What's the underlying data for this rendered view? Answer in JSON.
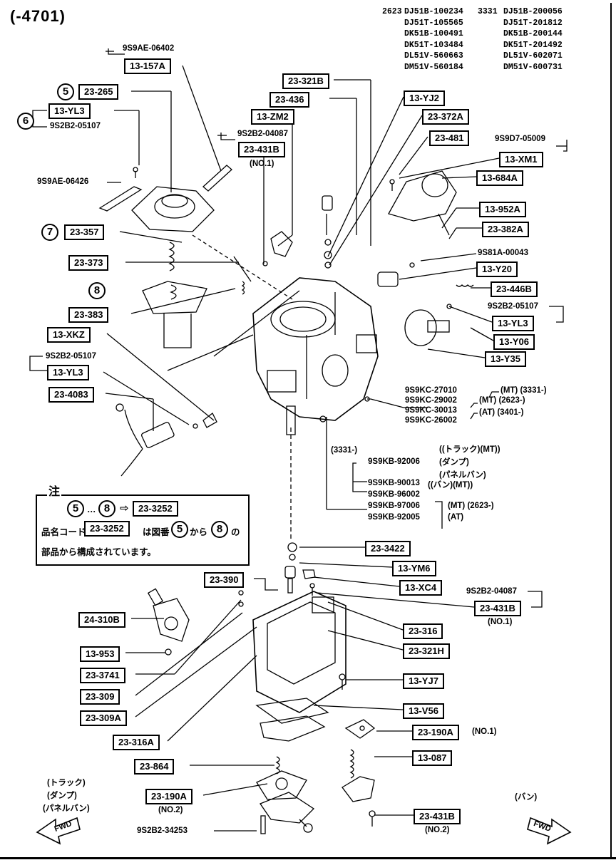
{
  "header": {
    "range": "(-4701)",
    "serial_col1": "2623",
    "serial_col2": [
      "DJ51B-100234",
      "DJ51T-105565",
      "DK51B-100491",
      "DK51T-103484",
      "DL51V-560663",
      "DM51V-560184"
    ],
    "serial_col3": "3331",
    "serial_col4": [
      "DJ51B-200056",
      "DJ51T-201812",
      "DK51B-200144",
      "DK51T-201492",
      "DL51V-602071",
      "DM51V-600731"
    ]
  },
  "left_labels": {
    "l1": "9S9AE-06402",
    "l2": "13-157A",
    "l3": "23-265",
    "l4": "13-YL3",
    "l5": "9S2B2-05107",
    "l6": "9S9AE-06426",
    "l7": "23-357",
    "l8": "23-373",
    "l9": "23-383",
    "l10": "13-XKZ",
    "l11": "9S2B2-05107",
    "l12": "13-YL3",
    "l13": "23-4083"
  },
  "center_labels": {
    "c1": "23-321B",
    "c2": "23-436",
    "c3": "13-ZM2",
    "c4": "9S2B2-04087",
    "c5": "23-431B",
    "c6": "(NO.1)",
    "c7": "13-YJ2",
    "c8": "23-372A",
    "c9": "23-481"
  },
  "right_labels": {
    "r1": "9S9D7-05009",
    "r2": "13-XM1",
    "r3": "13-684A",
    "r4": "13-952A",
    "r5": "23-382A",
    "r6": "9S81A-00043",
    "r7": "13-Y20",
    "r8": "23-446B",
    "r9": "9S2B2-05107",
    "r10": "13-YL3",
    "r11": "13-Y06",
    "r12": "13-Y35"
  },
  "screws": {
    "s1": "9S9KC-27010",
    "s2": "9S9KC-29002",
    "s3": "9S9KC-30013",
    "s4": "9S9KC-26002",
    "s1n": "(MT) (3331-)",
    "s2n": "(MT) (2623-)",
    "s3n": "(AT) (3401-)",
    "g0": "(3331-)",
    "g1": "9S9KB-92006",
    "g1a": "((トラック)(MT))",
    "g1b": "(ダンプ)",
    "g1c": "(パネルバン)",
    "g2": "9S9KB-90013",
    "g2n": "((バン)(MT))",
    "g3": "9S9KB-96002",
    "g4": "9S9KB-97006",
    "g4n": "(MT) (2623-)",
    "g5": "9S9KB-92005",
    "g5n": "(AT)"
  },
  "note": {
    "title": "注",
    "c5": "5",
    "range": "…",
    "c8": "8",
    "arrow": "⇨",
    "part": "23-3252",
    "line2a": "品名コード",
    "line2b": "23-3252",
    "line2c": "は図番",
    "line2d": "から",
    "line2e": "の",
    "line3": "部品から構成されています。"
  },
  "lower_labels": {
    "b1": "23-3422",
    "b2": "13-YM6",
    "b3": "23-390",
    "b4": "13-XC4",
    "b5": "9S2B2-04087",
    "b6": "23-431B",
    "b7": "(NO.1)",
    "b8": "24-310B",
    "b9": "23-316",
    "b10": "13-953",
    "b11": "23-321H",
    "b12": "23-3741",
    "b13": "13-YJ7",
    "b14": "23-309",
    "b15": "23-309A",
    "b16": "13-V56",
    "b17": "23-190A",
    "b18": "(NO.1)",
    "b19": "23-316A",
    "b20": "13-087",
    "b21": "23-864",
    "b22": "23-190A",
    "b23": "(NO.2)",
    "b24": "23-431B",
    "b25": "(NO.2)",
    "b26": "9S2B2-34253"
  },
  "footer": {
    "left1": "(トラック)",
    "left2": "(ダンプ)",
    "left3": "(パネルバン)",
    "right1": "(バン)",
    "fwd": "FWD"
  },
  "circled": {
    "five": "5",
    "six": "6",
    "seven": "7",
    "eight": "8"
  }
}
